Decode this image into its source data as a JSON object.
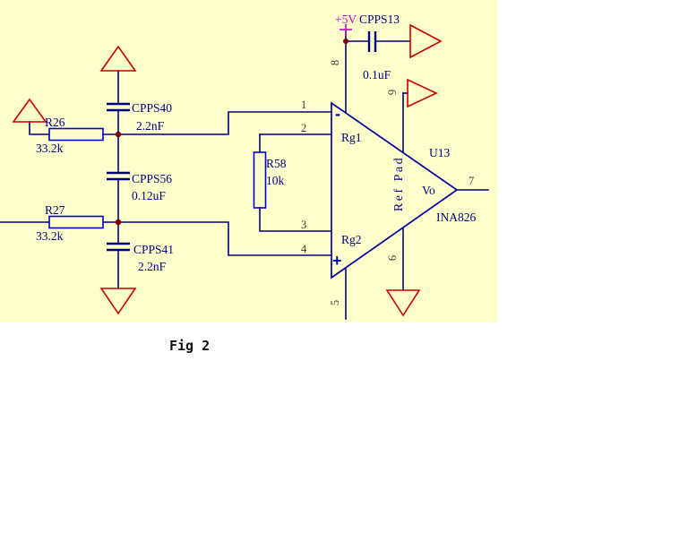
{
  "schematic": {
    "caption": "Fig 2",
    "power": {
      "vcc": "+5V"
    },
    "capacitors": {
      "c13": {
        "ref": "CPPS13",
        "value": "0.1uF"
      },
      "c40": {
        "ref": "CPPS40",
        "value": "2.2nF"
      },
      "c56": {
        "ref": "CPPS56",
        "value": "0.12uF"
      },
      "c41": {
        "ref": "CPPS41",
        "value": "2.2nF"
      }
    },
    "resistors": {
      "r26": {
        "ref": "R26",
        "value": "33.2k"
      },
      "r27": {
        "ref": "R27",
        "value": "33.2k"
      },
      "r58": {
        "ref": "R58",
        "value": "10k"
      }
    },
    "amp": {
      "ref": "U13",
      "part": "INA826",
      "neg": "-",
      "pos": "+",
      "rg1": "Rg1",
      "rg2": "Rg2",
      "ref_pad": "Ref Pad",
      "out": "Vo",
      "pins": {
        "p1": "1",
        "p2": "2",
        "p3": "3",
        "p4": "4",
        "p5": "5",
        "p6": "6",
        "p7": "7",
        "p8": "8",
        "p9": "9"
      }
    },
    "colors": {
      "sheet_background": "#FFFFCC",
      "wire_blue": "#000080",
      "component_blue": "#0000CC",
      "power_red": "#C80000",
      "vcc_magenta": "#C800C8",
      "label_blue": "#000080",
      "junction_maroon": "#800000"
    }
  }
}
